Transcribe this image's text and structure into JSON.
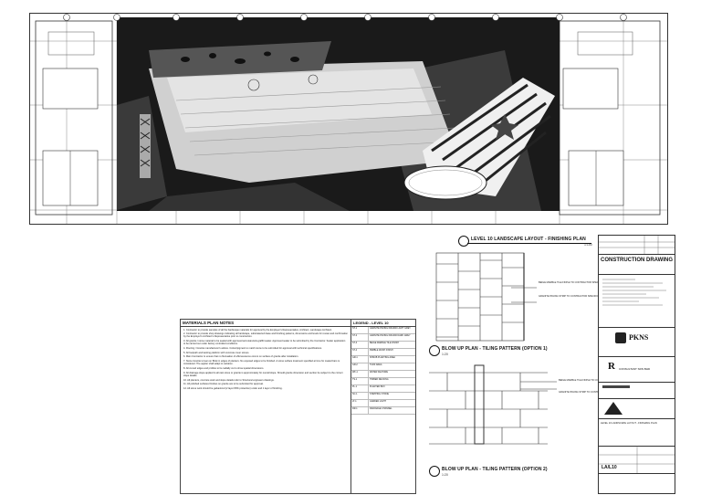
{
  "main_plan": {
    "title": "LEVEL 10 LANDSCAPE LAYOUT - FINISHING PLAN",
    "scale": "1:100"
  },
  "blowup_1": {
    "title": "BLOW UP PLAN - TILING PATTERN (OPTION 1)",
    "scale": "1:20",
    "callouts": [
      "BEIGE MARBLE TILE FINISH TO CONTRACTOR SPECIFICATION",
      "GRANITE PAVING STRIP TO CONTRACTOR SPECIFICATION"
    ]
  },
  "blowup_2": {
    "title": "BLOW UP PLAN - TILING PATTERN (OPTION 2)",
    "scale": "1:20",
    "callouts": [
      "BEIGE MARBLE TILE FINISH TO CONTRACTOR SPECIFICATION",
      "GRANITE PAVING STRIP TO CONTRACTOR SPECIFICATION"
    ]
  },
  "notes": {
    "title": "MATERIALS PLAN NOTES",
    "items": [
      "1.  Contractor to provide samples of all the hardscape materials for approval by the Employer's Representative, Architect, Landscape Architect.",
      "2.  Contractor to provide shop drawings indicating all hardscape, substrate/sub base and finishing patterns, dimensions and levels for review and confirmation by the Employer's Architect's Representative prior to construction.",
      "3.  All granite / stone material to be sealed with approved anti-stain/anti-graffiti sealer. Approved sealer to be submitted by the Contractor. Sealer application to be carried out under factory controlled conditions.",
      "4.  Flooring / Granite manufacturer's advice. Colour/pigment to match stone to be submitted for approval with technical specifications.",
      "5.  All footpath and tanking platform with concrete cover stones.",
      "6.  Main Contractor to ensure that no fluctuation of effervescence occurs on surface of granite after installation.",
      "7.  Stone Granite to lean on Brisk in edges of planters. No exposed edges to be finished. A stone surface treatment specified at time for coated bars is considered. The applier shall adapt to variation.",
      "8.  All curved edges and profiles to be radially cut to show spatial dimensions.",
      "9.  All drainage slope applied to all cast stone or granite is approximately for overall slope. Should granite dimension and section be subject to the correct slope details.",
      "10.  All planters, concrete work and slope details refer to Structural engineers drawings.",
      "11.  All polished surfaces finishes on granite are to be submitted for approval.",
      "12.  All stone work should be galvanized (2 layer 80% protection) under and 1 layer of finishing."
    ]
  },
  "legend": {
    "title": "LEGEND - LEVEL 10",
    "rows": [
      {
        "code": "ST-1",
        "desc": "GRANITE PAVING 600x600 LIGHT GREY"
      },
      {
        "code": "ST-2",
        "desc": "GRANITE PAVING 600x300 DARK GREY"
      },
      {
        "code": "ST-3",
        "desc": "BEIGE MARBLE TILE FINISH"
      },
      {
        "code": "ST-4",
        "desc": "PEBBLE WASH FINISH"
      },
      {
        "code": "GR-1",
        "desc": "SHRUB PLANTING AREA"
      },
      {
        "code": "GR-2",
        "desc": "TURF AREA"
      },
      {
        "code": "WF-1",
        "desc": "WATER FEATURE"
      },
      {
        "code": "TS-1",
        "desc": "TIMBER DECKING"
      },
      {
        "code": "PL-1",
        "desc": "PLANTER BOX"
      },
      {
        "code": "SC-1",
        "desc": "STEPPING STONE"
      },
      {
        "code": "LT-1",
        "desc": "GARDEN LIGHT"
      },
      {
        "code": "DR-1",
        "desc": "DRAINAGE CHANNEL"
      }
    ]
  },
  "title_block": {
    "status": "CONSTRUCTION DRAWING",
    "client_logo": "PKNS",
    "consultant": "CONSULTANT SDN BHD",
    "drawing_title": "LEVEL 10 LANDSCAPE LAYOUT - FINISHING PLAN",
    "drawing_no": "LA/L10"
  }
}
